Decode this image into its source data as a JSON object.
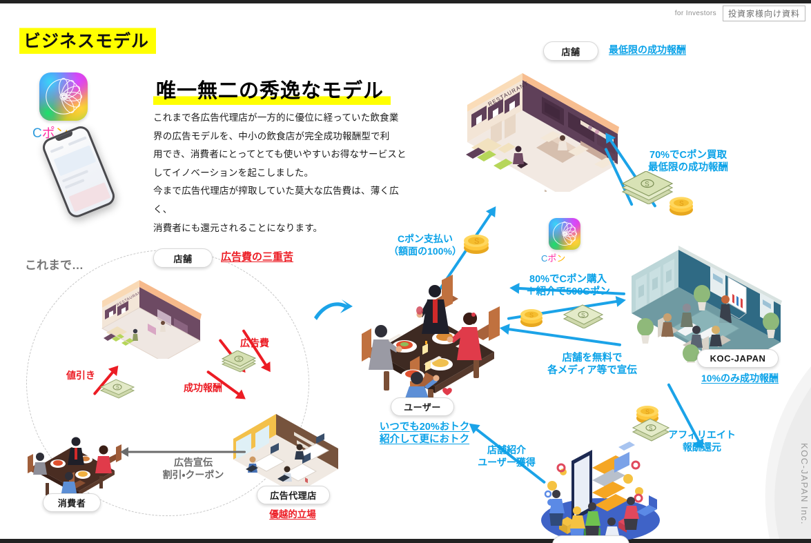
{
  "header": {
    "for_investors": "for Investors",
    "doc_badge": "投資家様向け資料"
  },
  "page_title": "ビジネスモデル",
  "headline": "唯一無二の秀逸なモデル",
  "lead_paragraphs": [
    "これまで各広告代理店が一方的に優位に経っていた飲食業",
    "界の広告モデルを、中小の飲食店が完全成功報酬型で利",
    "用でき、消費者にとってとても使いやすいお得なサービスと",
    "してイノベーションを起こしました。",
    "今まで広告代理店が搾取していた莫大な広告費は、薄く広く、",
    "消費者にも還元されることになります。"
  ],
  "app": {
    "name": "Cポン",
    "name_c": "C",
    "name_po": "ポ",
    "name_n": "ン"
  },
  "old_model": {
    "intro": "これまで…",
    "shop_pill": "店舗",
    "shop_note": "広告費の三重苦",
    "ad_cost": "広告費",
    "success_fee": "成功報酬",
    "discount": "値引き",
    "agency_pill": "広告代理店",
    "agency_note": "優越的立場",
    "consumer_pill": "消費者",
    "promo": "広告宣伝\n割引・クーポン"
  },
  "new_model": {
    "shop_pill": "店舗",
    "shop_note": "最低限の成功報酬",
    "buyback": "70%でCポン買取\n最低限の成功報酬",
    "cpon_payment": "Cポン支払い\n（額面の100%）",
    "cpon_purchase": "80%でCポン購入\n＋紹介で500Cポン",
    "free_promo": "店舗を無料で\n各メディア等で宣伝",
    "koc_pill": "KOC-JAPAN",
    "koc_note": "10%のみ成功報酬",
    "affiliate": "アフィリエイト\n報酬還元",
    "user_pill": "ユーザー",
    "user_note": "いつでも20%おトク\n紹介して更におトク",
    "shop_intro": "店舗紹介\nユーザー獲得"
  },
  "restaurant_sign": "RESTAURANT",
  "watermark": "KOC-JAPAN Inc.",
  "colors": {
    "highlight": "#ffff00",
    "red": "#ec1c24",
    "blue": "#0aa2e8",
    "arrow_blue": "#1ba3e8",
    "gray": "#777777"
  }
}
